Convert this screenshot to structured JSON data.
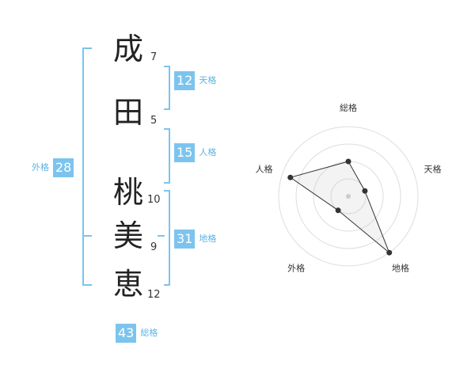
{
  "name": {
    "characters": [
      {
        "char": "成",
        "strokes": "7"
      },
      {
        "char": "田",
        "strokes": "5"
      },
      {
        "char": "桃",
        "strokes": "10"
      },
      {
        "char": "美",
        "strokes": "9"
      },
      {
        "char": "恵",
        "strokes": "12"
      }
    ]
  },
  "scores": {
    "tenkaku": {
      "value": "12",
      "label": "天格"
    },
    "jinkaku": {
      "value": "15",
      "label": "人格"
    },
    "chikaku": {
      "value": "31",
      "label": "地格"
    },
    "gaikaku": {
      "value": "28",
      "label": "外格"
    },
    "soukaku": {
      "value": "43",
      "label": "総格"
    }
  },
  "colors": {
    "accent": "#7cc4ee",
    "label": "#5fb2e4"
  },
  "chart_data": {
    "type": "radar",
    "axes": [
      "総格",
      "天格",
      "地格",
      "外格",
      "人格"
    ],
    "values": [
      2,
      1,
      4,
      1,
      3.5
    ],
    "max": 4
  }
}
